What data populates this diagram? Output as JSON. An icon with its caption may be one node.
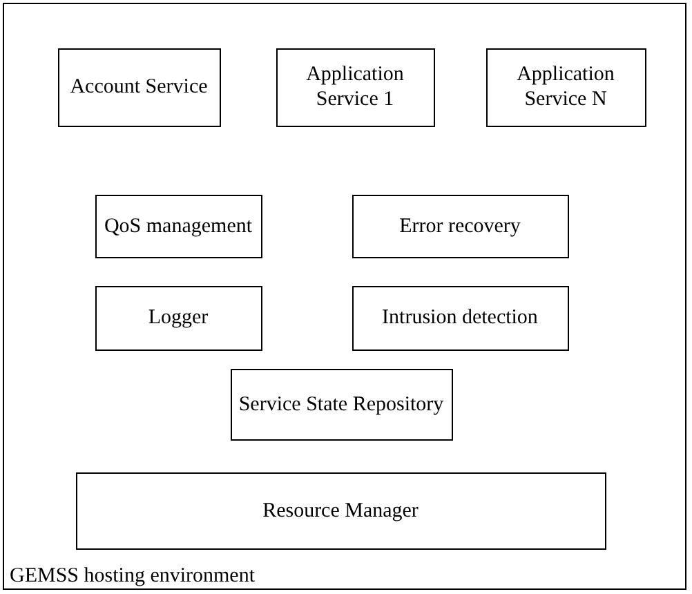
{
  "diagram": {
    "nodes": [
      {
        "text": [
          "GEMSS hosting environment"
        ]
      },
      {
        "text": [
          "Account Service"
        ],
        "in": 0
      },
      {
        "text": [
          "Application Service 1"
        ],
        "in": 0
      },
      {
        "text": [
          "Application Service N"
        ],
        "in": 0
      },
      {
        "text": [
          "QoS management"
        ],
        "in": 0
      },
      {
        "text": [
          "Error recovery"
        ],
        "in": 0
      },
      {
        "text": [
          "Logger"
        ],
        "in": 0
      },
      {
        "text": [
          "Intrusion detection"
        ],
        "in": 0
      },
      {
        "text": [
          "Service State Repository"
        ],
        "in": 0
      },
      {
        "text": [
          "Resource Manager"
        ],
        "in": 0
      }
    ]
  }
}
